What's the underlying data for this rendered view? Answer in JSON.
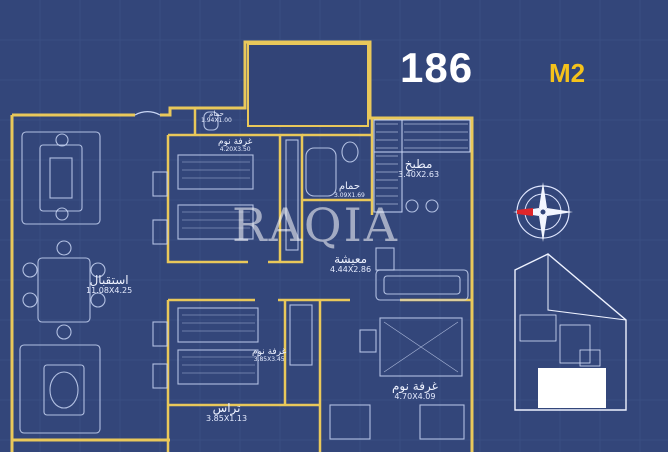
{
  "header": {
    "area_value": "186",
    "area_unit": "M2"
  },
  "watermark": "RAQIA",
  "rooms": [
    {
      "id": "reception",
      "name": "استقبال",
      "dims": "11.08X4.25"
    },
    {
      "id": "bedroom1",
      "name": "غرفة نوم",
      "dims": "4.20X3.50"
    },
    {
      "id": "bathroom",
      "name": "حمام",
      "dims": "3.09X1.69"
    },
    {
      "id": "kitchen",
      "name": "مطبخ",
      "dims": "3.40X2.63"
    },
    {
      "id": "living",
      "name": "معيشة",
      "dims": "4.44X2.86"
    },
    {
      "id": "bedroom2",
      "name": "غرفة نوم",
      "dims": "3.85X3.45"
    },
    {
      "id": "master",
      "name": "غرفة نوم",
      "dims": "4.70X4.09"
    },
    {
      "id": "terrace",
      "name": "تراس",
      "dims": "3.85X1.13"
    },
    {
      "id": "wc",
      "name": "حمام",
      "dims": "1.94X1.00"
    }
  ],
  "compass_icon": "compass-rose-icon",
  "keyplan_icon": "building-keyplan-icon",
  "colors": {
    "background": "#33467a",
    "walls": "#e9c85a",
    "accent": "#f5c21b",
    "text": "#eef2ff"
  }
}
